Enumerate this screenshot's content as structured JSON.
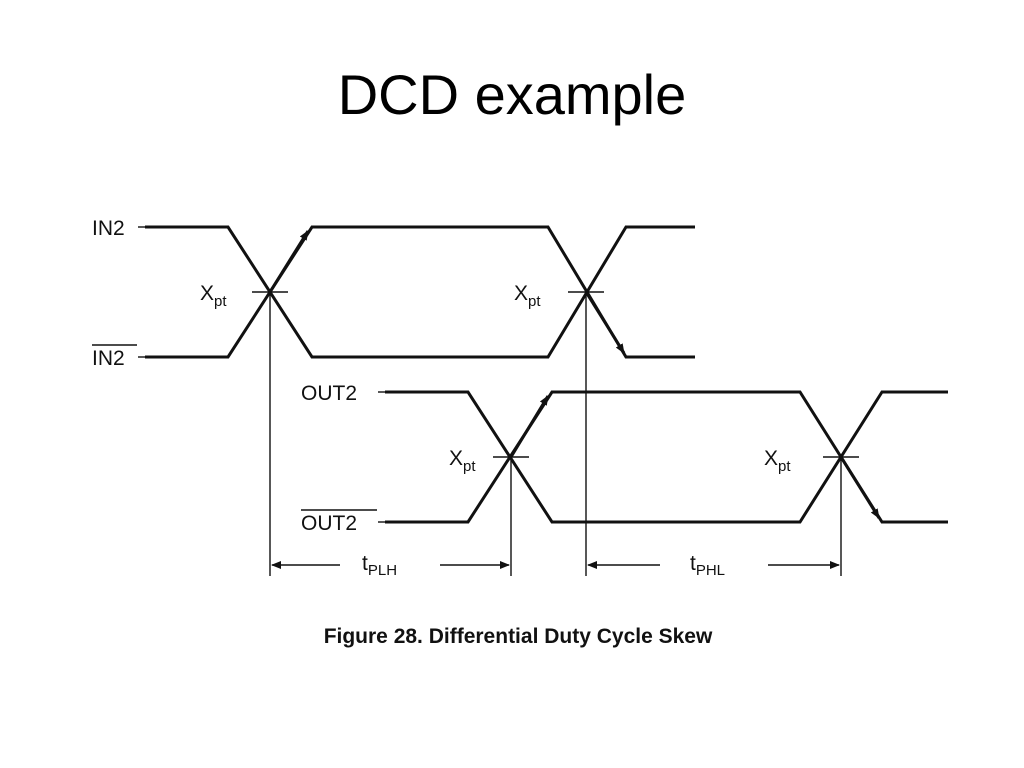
{
  "slide": {
    "title": "DCD example"
  },
  "signals": {
    "in2": "IN2",
    "in2_bar": "IN2",
    "out2": "OUT2",
    "out2_bar": "OUT2"
  },
  "crossing_point": {
    "base": "X",
    "subscript": "pt"
  },
  "timing": {
    "tplh": {
      "base": "t",
      "subscript": "PLH"
    },
    "tphl": {
      "base": "t",
      "subscript": "PHL"
    }
  },
  "caption": "Figure 28. Differential Duty Cycle Skew"
}
